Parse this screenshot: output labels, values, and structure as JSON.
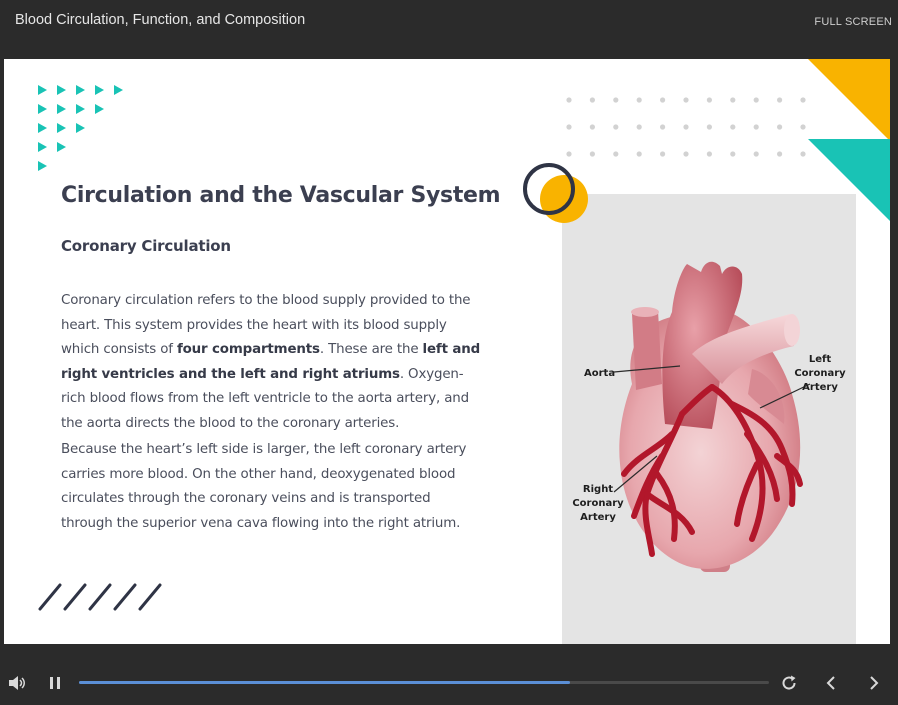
{
  "header": {
    "course_title": "Blood Circulation, Function, and Composition",
    "fullscreen_label": "FULL SCREEN"
  },
  "slide": {
    "heading": "Circulation and the Vascular System",
    "subheading": "Coronary Circulation",
    "paragraph1": {
      "t1": "Coronary circulation refers to the blood supply provided to the heart. This system provides the heart with its blood supply which consists of ",
      "b1": "four compartments",
      "t2": ". These are the ",
      "b2": "left and right ventricles and the left and right atriums",
      "t3": ". Oxygen-rich blood flows from the left ventricle to the aorta artery, and the aorta directs the blood to the coronary arteries."
    },
    "paragraph2": "Because the heart’s left side is larger, the left coronary artery carries more blood. On the other hand, deoxygenated blood circulates through the coronary veins and is transported through the superior vena cava flowing into the right atrium.",
    "figure": {
      "label_aorta": "Aorta",
      "label_left_1": "Left",
      "label_left_2": "Coronary",
      "label_left_3": "Artery",
      "label_right_1": "Right",
      "label_right_2": "Coronary",
      "label_right_3": "Artery"
    }
  },
  "player": {
    "progress_fraction": 0.712
  },
  "colors": {
    "accent_yellow": "#f9b300",
    "accent_teal": "#19c3b5",
    "dark_navy": "#2f3445",
    "progress": "#5b8fd6"
  },
  "icons": {
    "volume": "volume-icon",
    "pause": "pause-icon",
    "replay": "replay-icon",
    "previous": "chevron-left-icon",
    "next": "chevron-right-icon"
  }
}
